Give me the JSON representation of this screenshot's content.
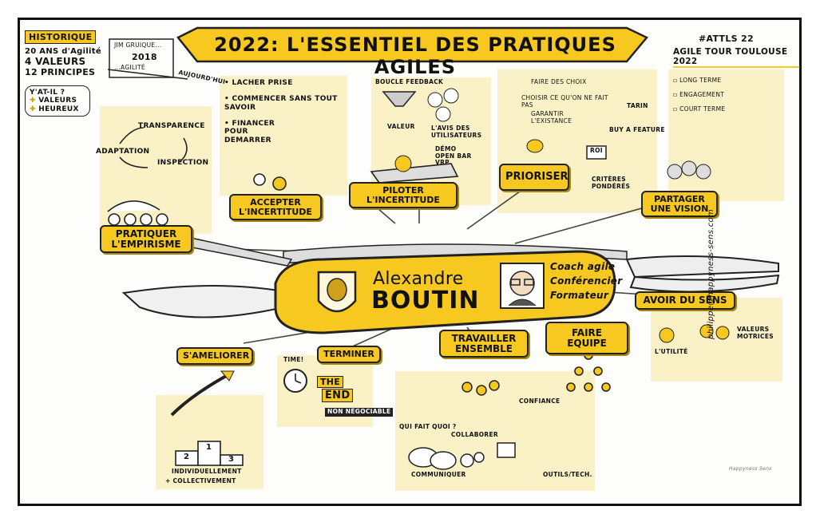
{
  "title": "2022: L'ESSENTIEL DES PRATIQUES AGILES",
  "event": {
    "hashtag": "#ATTLS 22",
    "name": "AGILE TOUR TOULOUSE 2022"
  },
  "historique": {
    "title": "HISTORIQUE",
    "lines": [
      "20 ANS d'Agilité",
      "4 VALEURS",
      "12 PRINCIPES"
    ],
    "question": "Y'AT-IL ?",
    "plus": [
      "VALEURS",
      "HEUREUX"
    ]
  },
  "timeline": {
    "label1": "JIM GRUIQUE...",
    "year": "2018",
    "label2": "...AGILITÉ",
    "today": "AUJOURD'HUI"
  },
  "empirisme": {
    "cycle": [
      "TRANSPARENCE",
      "ADAPTATION",
      "INSPECTION"
    ],
    "label": "PRATIQUER L'EMPIRISME"
  },
  "accepter": {
    "bullets": [
      "LACHER PRISE",
      "COMMENCER SANS TOUT SAVOIR",
      "FINANCER POUR DEMARRER"
    ],
    "label": "ACCEPTER L'INCERTITUDE"
  },
  "piloter": {
    "items": [
      "BOUCLE FEEDBACK",
      "VALEUR",
      "L'AVIS DES UTILISATEURS",
      "DÉMO OPEN BAR VRP"
    ],
    "label": "PILOTER L'INCERTITUDE"
  },
  "prioriser": {
    "items": [
      "FAIRE DES CHOIX",
      "CHOISIR CE QU'ON NE FAIT PAS",
      "GARANTIR L'EXISTANCE",
      "TARIN",
      "BUY A FEATURE",
      "ROI",
      "CRITÈRES PONDÉRÉS"
    ],
    "label": "PRIORISER"
  },
  "partager": {
    "items": [
      "LONG TERME",
      "ENGAGEMENT",
      "COURT TERME"
    ],
    "label": "PARTAGER UNE VISION"
  },
  "knife": {
    "first_name": "Alexandre",
    "last_name": "BOUTIN",
    "roles": [
      "Coach agile",
      "Conférencier",
      "Formateur"
    ]
  },
  "sens": {
    "label": "AVOIR DU SENS",
    "items": [
      "L'UTILITÉ",
      "VALEURS MOTRICES"
    ]
  },
  "equipe": {
    "label": "FAIRE EQUIPE"
  },
  "travailler": {
    "label": "TRAVAILLER ENSEMBLE",
    "items": [
      "CONFIANCE",
      "QUI FAIT QUOI ?",
      "COLLABORER",
      "COMMUNIQUER",
      "OUTILS/TECH."
    ]
  },
  "terminer": {
    "label": "TERMINER",
    "time": "TIME!",
    "end1": "THE",
    "end2": "END",
    "nonneg": "NON NÉGOCIABLE"
  },
  "ameliorer": {
    "label": "S'AMELIORER",
    "podium": [
      "2",
      "1",
      "3"
    ],
    "caption": [
      "INDIVIDUELLEMENT",
      "+ COLLECTIVEMENT"
    ]
  },
  "credit": {
    "email": "philippe@happyness-sens.com",
    "logo": "Happyness Sens"
  },
  "colors": {
    "yellow": "#f6c820",
    "note": "#fbf0c0",
    "ink": "#111111"
  }
}
